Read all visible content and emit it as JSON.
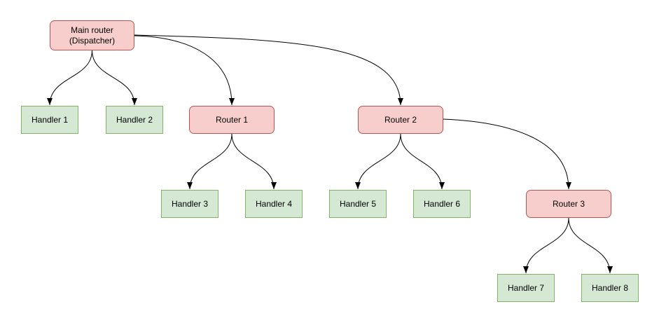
{
  "diagram": {
    "background": "#ffffff",
    "colors": {
      "router_fill": "#f8cecc",
      "router_stroke": "#b85450",
      "handler_fill": "#d5e8d4",
      "handler_stroke": "#82b366",
      "edge": "#000000",
      "text": "#000000"
    },
    "nodes": {
      "main": {
        "type": "router",
        "label1": "Main router",
        "label2": "(Dispatcher)"
      },
      "handler1": {
        "type": "handler",
        "label": "Handler 1"
      },
      "handler2": {
        "type": "handler",
        "label": "Handler 2"
      },
      "router1": {
        "type": "router",
        "label": "Router 1"
      },
      "router2": {
        "type": "router",
        "label": "Router 2"
      },
      "handler3": {
        "type": "handler",
        "label": "Handler 3"
      },
      "handler4": {
        "type": "handler",
        "label": "Handler 4"
      },
      "handler5": {
        "type": "handler",
        "label": "Handler 5"
      },
      "handler6": {
        "type": "handler",
        "label": "Handler 6"
      },
      "router3": {
        "type": "router",
        "label": "Router 3"
      },
      "handler7": {
        "type": "handler",
        "label": "Handler 7"
      },
      "handler8": {
        "type": "handler",
        "label": "Handler 8"
      }
    },
    "edges": [
      {
        "from": "main",
        "to": "handler1"
      },
      {
        "from": "main",
        "to": "handler2"
      },
      {
        "from": "main",
        "to": "router1"
      },
      {
        "from": "main",
        "to": "router2"
      },
      {
        "from": "router1",
        "to": "handler3"
      },
      {
        "from": "router1",
        "to": "handler4"
      },
      {
        "from": "router2",
        "to": "handler5"
      },
      {
        "from": "router2",
        "to": "handler6"
      },
      {
        "from": "router2",
        "to": "router3"
      },
      {
        "from": "router3",
        "to": "handler7"
      },
      {
        "from": "router3",
        "to": "handler8"
      }
    ]
  }
}
